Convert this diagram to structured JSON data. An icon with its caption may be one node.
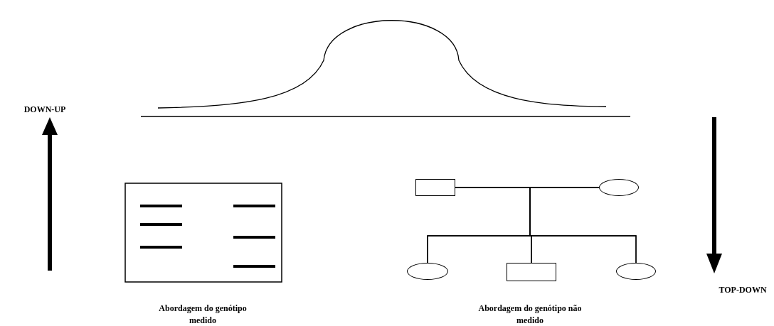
{
  "diagram": {
    "nodes": [
      {
        "text": [],
        "shape": "box"
      },
      {
        "text": [],
        "shape": "circle"
      },
      {
        "text": [],
        "shape": "circle"
      },
      {
        "text": [],
        "shape": "box"
      },
      {
        "text": [],
        "shape": "circle"
      }
    ],
    "edges": [
      {
        "from": 0,
        "to": 1,
        "arrow": "none"
      },
      {
        "from": 0,
        "to": 2,
        "arrow": "none"
      },
      {
        "from": 0,
        "to": 3,
        "arrow": "none"
      },
      {
        "from": 0,
        "to": 4,
        "arrow": "none"
      },
      {
        "from": 1,
        "to": 2,
        "arrow": "none"
      },
      {
        "from": 1,
        "to": 3,
        "arrow": "none"
      },
      {
        "from": 1,
        "to": 4,
        "arrow": "none"
      }
    ],
    "labels": [
      "DOWN-UP",
      "TOP-DOWN",
      "Abordagem do genótipo medido",
      "Abordagem do genótipo não medido"
    ]
  }
}
